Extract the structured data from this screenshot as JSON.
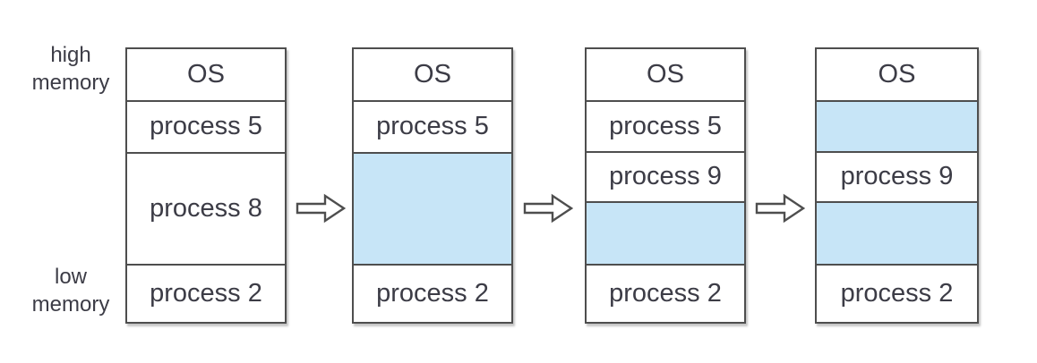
{
  "labels": {
    "high": [
      "high",
      "memory"
    ],
    "low": [
      "low",
      "memory"
    ]
  },
  "columns": [
    {
      "name": "memory-state-1",
      "segments": [
        {
          "label": "OS",
          "kind": "os",
          "h": 59
        },
        {
          "label": "process 5",
          "kind": "process",
          "h": 57
        },
        {
          "label": "process 8",
          "kind": "process",
          "h": 127
        },
        {
          "label": "process 2",
          "kind": "process",
          "h": 65
        }
      ]
    },
    {
      "name": "memory-state-2",
      "segments": [
        {
          "label": "OS",
          "kind": "os",
          "h": 59
        },
        {
          "label": "process 5",
          "kind": "process",
          "h": 57
        },
        {
          "label": "",
          "kind": "free",
          "h": 127
        },
        {
          "label": "process 2",
          "kind": "process",
          "h": 65
        }
      ]
    },
    {
      "name": "memory-state-3",
      "segments": [
        {
          "label": "OS",
          "kind": "os",
          "h": 59
        },
        {
          "label": "process 5",
          "kind": "process",
          "h": 57
        },
        {
          "label": "process 9",
          "kind": "process",
          "h": 56
        },
        {
          "label": "",
          "kind": "free",
          "h": 71
        },
        {
          "label": "process 2",
          "kind": "process",
          "h": 65
        }
      ]
    },
    {
      "name": "memory-state-4",
      "segments": [
        {
          "label": "OS",
          "kind": "os",
          "h": 59
        },
        {
          "label": "",
          "kind": "free",
          "h": 57
        },
        {
          "label": "process 9",
          "kind": "process",
          "h": 56
        },
        {
          "label": "",
          "kind": "free",
          "h": 71
        },
        {
          "label": "process 2",
          "kind": "process",
          "h": 65
        }
      ]
    }
  ],
  "icons": {
    "flow_arrow": "right-block-arrow"
  },
  "colors": {
    "free_block_fill": "#c7e5f7",
    "box_border": "#4e4e4e",
    "text": "#3c3c46",
    "background": "#ffffff"
  }
}
